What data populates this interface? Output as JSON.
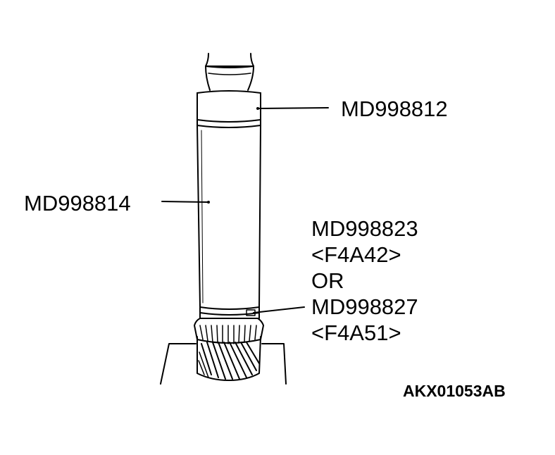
{
  "labels": {
    "top_tool": "MD998812",
    "left_tool": "MD998814",
    "bottom_tool_1": "MD998823",
    "bottom_variant_1": "<F4A42>",
    "or_word": "OR",
    "bottom_tool_2": "MD998827",
    "bottom_variant_2": "<F4A51>"
  },
  "figure_code": "AKX01053AB",
  "colors": {
    "ink": "#000000",
    "background": "#ffffff"
  }
}
